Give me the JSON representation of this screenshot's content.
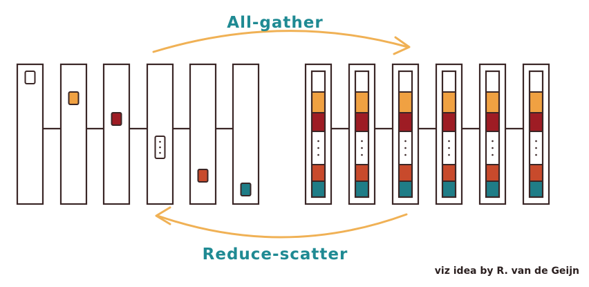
{
  "labels": {
    "all_gather": "All-gather",
    "reduce_scatter": "Reduce-scatter",
    "credit": "viz idea by R. van de Geijn"
  },
  "colors": {
    "orange": "#f0a142",
    "darkred": "#9e1c24",
    "white": "#ffffff",
    "red": "#c84a2c",
    "teal": "#1f7d87",
    "outline": "#3a2626",
    "arrow": "#f0b155",
    "label": "#1f8a93"
  },
  "left_group": {
    "columns": 6,
    "chunks": [
      {
        "rank": 0,
        "color": "white"
      },
      {
        "rank": 1,
        "color": "orange"
      },
      {
        "rank": 2,
        "color": "darkred"
      },
      {
        "rank": 3,
        "color": "white",
        "dots": true
      },
      {
        "rank": 4,
        "color": "red"
      },
      {
        "rank": 5,
        "color": "teal"
      }
    ]
  },
  "right_group": {
    "columns": 6,
    "stack": [
      {
        "color": "white"
      },
      {
        "color": "orange"
      },
      {
        "color": "darkred"
      },
      {
        "color": "white",
        "dots": true
      },
      {
        "color": "red"
      },
      {
        "color": "teal"
      }
    ]
  }
}
